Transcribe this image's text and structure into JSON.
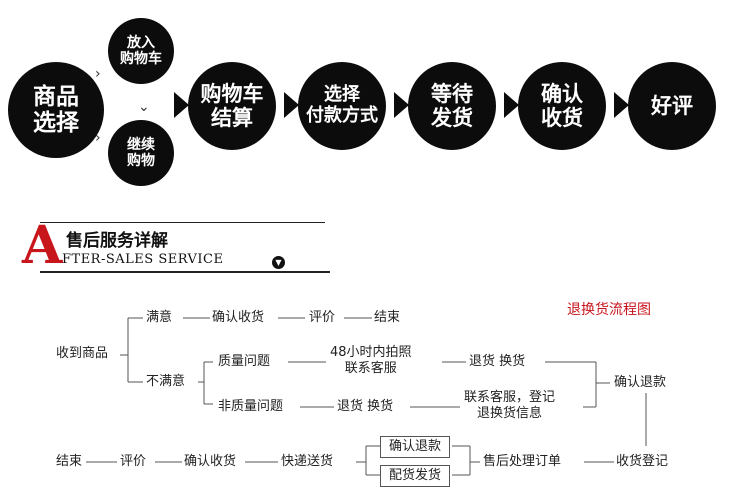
{
  "purchase_flow": {
    "select_product": "商品\n选择",
    "add_to_cart": "放入\n购物车",
    "continue_shopping": "继续\n购物",
    "cart_checkout": "购物车\n结算",
    "choose_payment": "选择\n付款方式",
    "await_shipping": "等待\n发货",
    "confirm_receipt": "确认\n收货",
    "good_review": "好评"
  },
  "after_sales": {
    "logo_letter": "A",
    "title": "售后服务详解",
    "subtitle": "FTER-SALES SERVICE",
    "dot_icon": "▼"
  },
  "return_flow": {
    "title": "退换货流程图",
    "receive_goods": "收到商品",
    "satisfied": "满意",
    "confirm_receipt": "确认收货",
    "review": "评价",
    "end": "结束",
    "unsatisfied": "不满意",
    "quality_issue": "质量问题",
    "non_quality_issue": "非质量问题",
    "photo_48h": "48小时内拍照\n联系客服",
    "return_exchange": "退货 换货",
    "return_exchange_2": "退货 换货",
    "contact_register": "联系客服，登记\n退换货信息",
    "confirm_refund": "确认退款",
    "confirm_refund_box": "确认退款",
    "ship_replacement": "配货发货",
    "aftersales_order": "售后处理订单",
    "receive_register": "收货登记",
    "express_ship": "快递送货",
    "confirm_receipt_2": "确认收货",
    "review_2": "评价",
    "end_2": "结束"
  }
}
